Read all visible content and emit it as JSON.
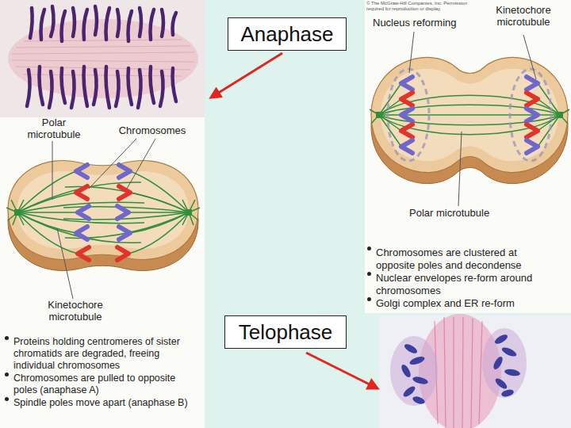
{
  "diagram": {
    "nodes": [
      {
        "text": [
          "Anaphase"
        ]
      },
      {
        "text": [
          "Telophase"
        ]
      }
    ],
    "labels": [
      "Polar microtubule",
      "Chromosomes",
      "Kinetochore microtubule",
      "Proteins holding centromeres of sister chromatids are degraded, freeing individual chromosomes",
      "Chromosomes are pulled to opposite poles (anaphase A)",
      "Spindle poles move apart (anaphase B)",
      "© The McGraw-Hill Companies, Inc. Permission required for reproduction or display.",
      "Nucleus reforming",
      "Kinetochore microtubule",
      "Polar microtubule",
      "Chromosomes are clustered at opposite poles and decondense",
      "Nuclear envelopes re-form around chromosomes",
      "Golgi complex and ER re-form"
    ]
  }
}
